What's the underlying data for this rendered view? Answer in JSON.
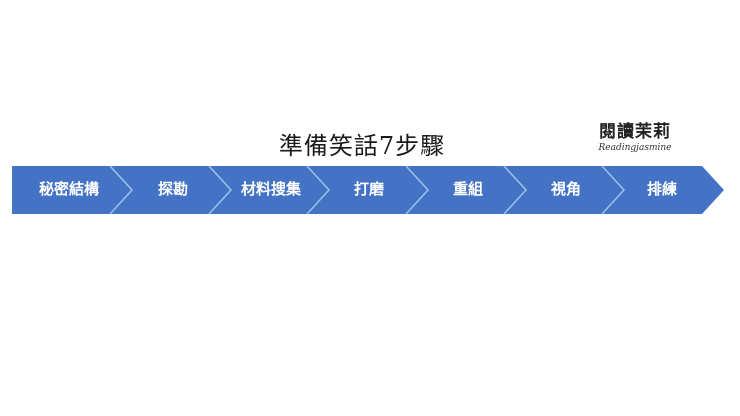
{
  "title": "準備笑話7步驟",
  "logo": {
    "main": "閱讀茉莉",
    "sub": "Readingjasmine"
  },
  "colors": {
    "chevron_fill": "#4472C4",
    "divider": "#9DC3E6",
    "text": "#FFFFFF"
  },
  "steps": [
    {
      "label": "秘密結構"
    },
    {
      "label": "探勘"
    },
    {
      "label": "材料搜集"
    },
    {
      "label": "打磨"
    },
    {
      "label": "重組"
    },
    {
      "label": "視角"
    },
    {
      "label": "排練"
    }
  ]
}
